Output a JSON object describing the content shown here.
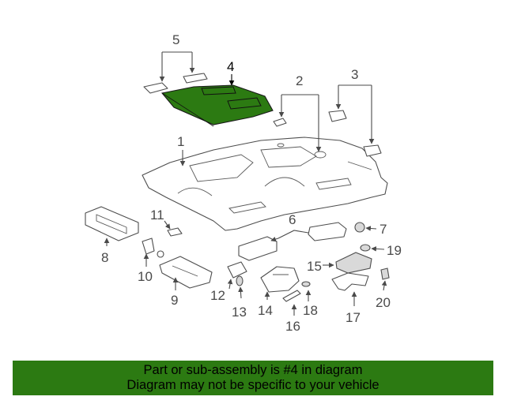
{
  "diagram": {
    "highlight_part": "4",
    "highlight_color": "#2c7a12",
    "callouts": [
      {
        "id": "1",
        "label": "1"
      },
      {
        "id": "2",
        "label": "2"
      },
      {
        "id": "3",
        "label": "3"
      },
      {
        "id": "4",
        "label": "4"
      },
      {
        "id": "5",
        "label": "5"
      },
      {
        "id": "6",
        "label": "6"
      },
      {
        "id": "7",
        "label": "7"
      },
      {
        "id": "8",
        "label": "8"
      },
      {
        "id": "9",
        "label": "9"
      },
      {
        "id": "10",
        "label": "10"
      },
      {
        "id": "11",
        "label": "11"
      },
      {
        "id": "12",
        "label": "12"
      },
      {
        "id": "13",
        "label": "13"
      },
      {
        "id": "14",
        "label": "14"
      },
      {
        "id": "15",
        "label": "15"
      },
      {
        "id": "16",
        "label": "16"
      },
      {
        "id": "17",
        "label": "17"
      },
      {
        "id": "18",
        "label": "18"
      },
      {
        "id": "19",
        "label": "19"
      },
      {
        "id": "20",
        "label": "20"
      }
    ]
  },
  "banner": {
    "line1": "Part or sub-assembly is #4 in diagram",
    "line2": "Diagram may not be specific to your vehicle",
    "color": "#2c7a12"
  }
}
